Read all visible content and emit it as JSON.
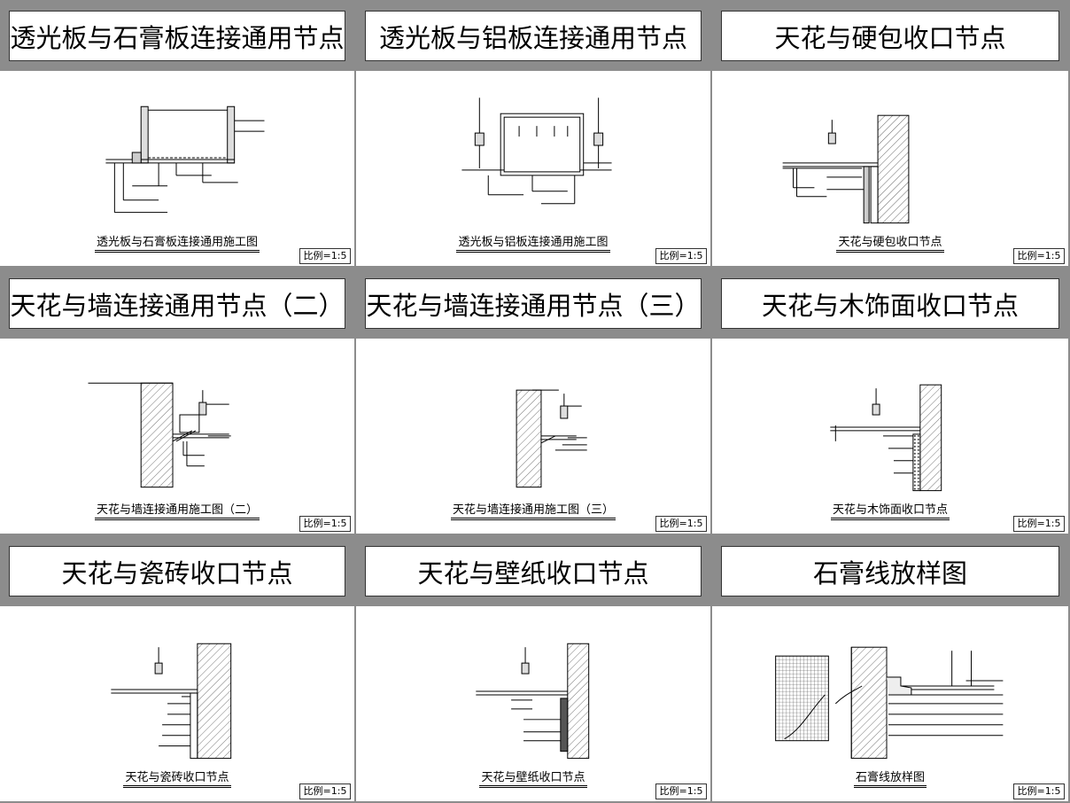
{
  "sheet": {
    "cells": [
      {
        "title": "透光板与石膏板连接通用节点",
        "caption": "透光板与石膏板连接通用施工图",
        "scale": "比例=1:5"
      },
      {
        "title": "透光板与铝板连接通用节点",
        "caption": "透光板与铝板连接通用施工图",
        "scale": "比例=1:5"
      },
      {
        "title": "天花与硬包收口节点",
        "caption": "天花与硬包收口节点",
        "scale": "比例=1:5"
      },
      {
        "title": "天花与墙连接通用节点（二）",
        "caption": "天花与墙连接通用施工图（二）",
        "scale": "比例=1:5"
      },
      {
        "title": "天花与墙连接通用节点（三）",
        "caption": "天花与墙连接通用施工图（三）",
        "scale": "比例=1:5"
      },
      {
        "title": "天花与木饰面收口节点",
        "caption": "天花与木饰面收口节点",
        "scale": "比例=1:5"
      },
      {
        "title": "天花与瓷砖收口节点",
        "caption": "天花与瓷砖收口节点",
        "scale": "比例=1:5"
      },
      {
        "title": "天花与壁纸收口节点",
        "caption": "天花与壁纸收口节点",
        "scale": "比例=1:5"
      },
      {
        "title": "石膏线放样图",
        "caption": "石膏线放样图",
        "scale": "比例=1:5"
      }
    ]
  },
  "colors": {
    "frame": "#8c8c8c",
    "line": "#000000",
    "wall_fill": "#e6e6e6"
  }
}
